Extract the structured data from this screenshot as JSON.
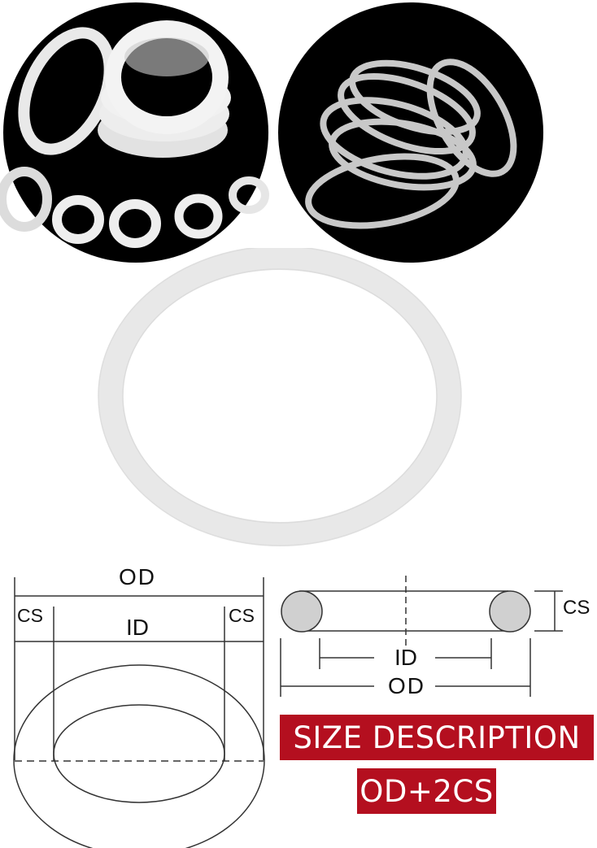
{
  "photos": [
    {
      "name": "stacked-white-silicone-o-rings",
      "background": "#000000"
    },
    {
      "name": "pile-of-clear-silicone-o-rings",
      "background": "#000000"
    }
  ],
  "main_image": {
    "name": "single-clear-silicone-o-ring",
    "ring_color": "#e6e6e6"
  },
  "diagram_top_view": {
    "labels": {
      "od": "OD",
      "id": "ID",
      "cs_left": "CS",
      "cs_right": "CS"
    }
  },
  "diagram_cross_section": {
    "labels": {
      "cs": "CS",
      "id": "ID",
      "od": "OD"
    },
    "section_fill": "#d0d0d0"
  },
  "banners": {
    "title": "SIZE DESCRIPTION",
    "formula": "OD+2CS",
    "color": "#b40f1f"
  }
}
